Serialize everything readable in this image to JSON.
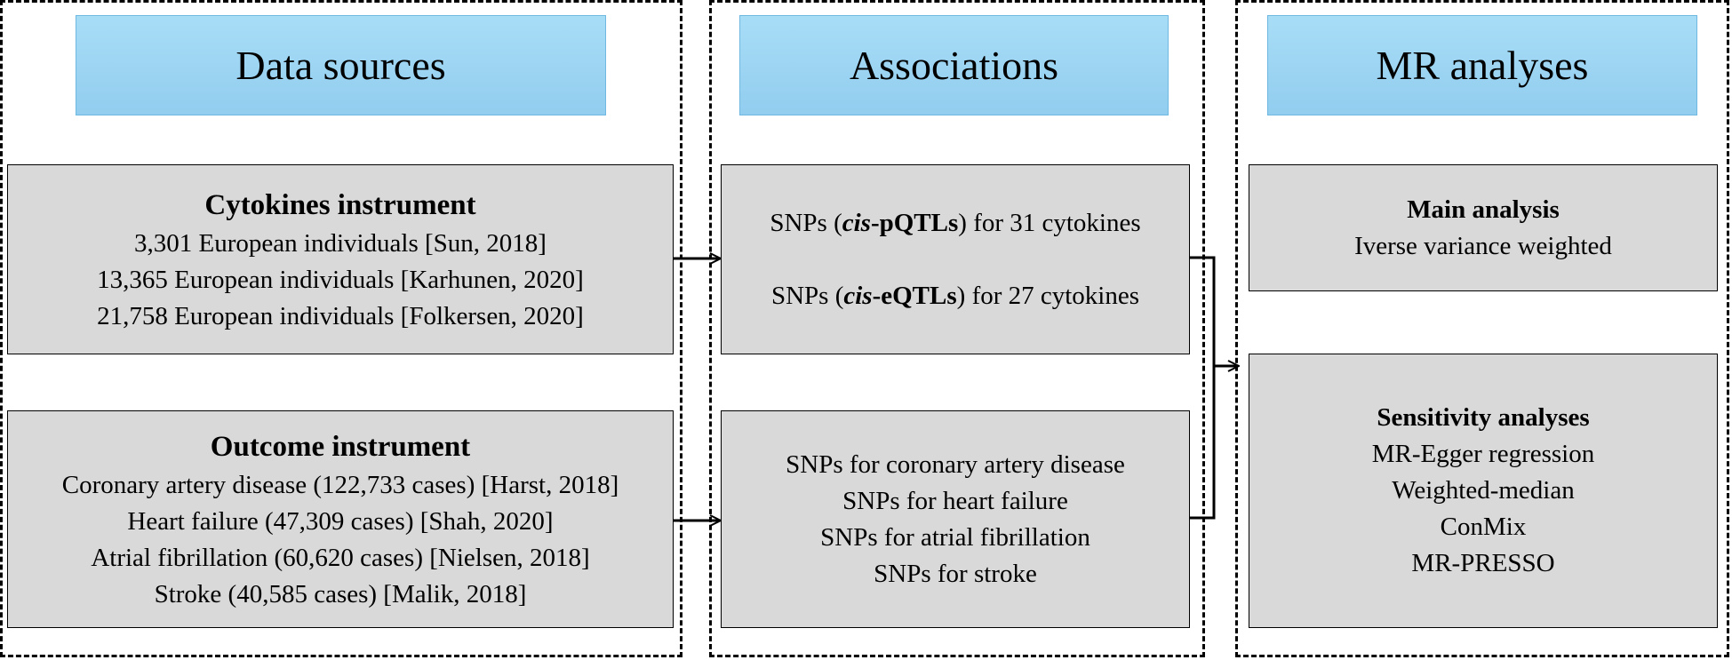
{
  "columns": {
    "data_sources": {
      "header": "Data sources",
      "cytokines": {
        "title": "Cytokines instrument",
        "lines": [
          "3,301 European individuals [Sun, 2018]",
          "13,365 European individuals [Karhunen, 2020]",
          "21,758 European individuals [Folkersen, 2020]"
        ]
      },
      "outcome": {
        "title": "Outcome instrument",
        "lines": [
          "Coronary artery disease (122,733 cases) [Harst, 2018]",
          "Heart failure (47,309 cases) [Shah, 2020]",
          "Atrial fibrillation (60,620 cases) [Nielsen, 2018]",
          "Stroke (40,585 cases) [Malik, 2018]"
        ]
      }
    },
    "associations": {
      "header": "Associations",
      "cytokine_snps": {
        "pqtl": {
          "pre": "SNPs (",
          "cis": "cis",
          "type": "-pQTLs",
          "post": ") for 31 cytokines"
        },
        "eqtl": {
          "pre": "SNPs (",
          "cis": "cis",
          "type": "-eQTLs",
          "post": ") for 27 cytokines"
        }
      },
      "outcome_snps": {
        "lines": [
          "SNPs for coronary artery disease",
          "SNPs for heart failure",
          "SNPs for atrial fibrillation",
          "SNPs for stroke"
        ]
      }
    },
    "mr_analyses": {
      "header": "MR analyses",
      "main": {
        "title": "Main analysis",
        "lines": [
          "Iverse variance weighted"
        ]
      },
      "sensitivity": {
        "title": "Sensitivity analyses",
        "lines": [
          "MR-Egger regression",
          "Weighted-median",
          "ConMix",
          "MR-PRESSO"
        ]
      }
    }
  },
  "colors": {
    "header_fill": "#9fd6f3",
    "box_fill": "#d9d9d9"
  }
}
